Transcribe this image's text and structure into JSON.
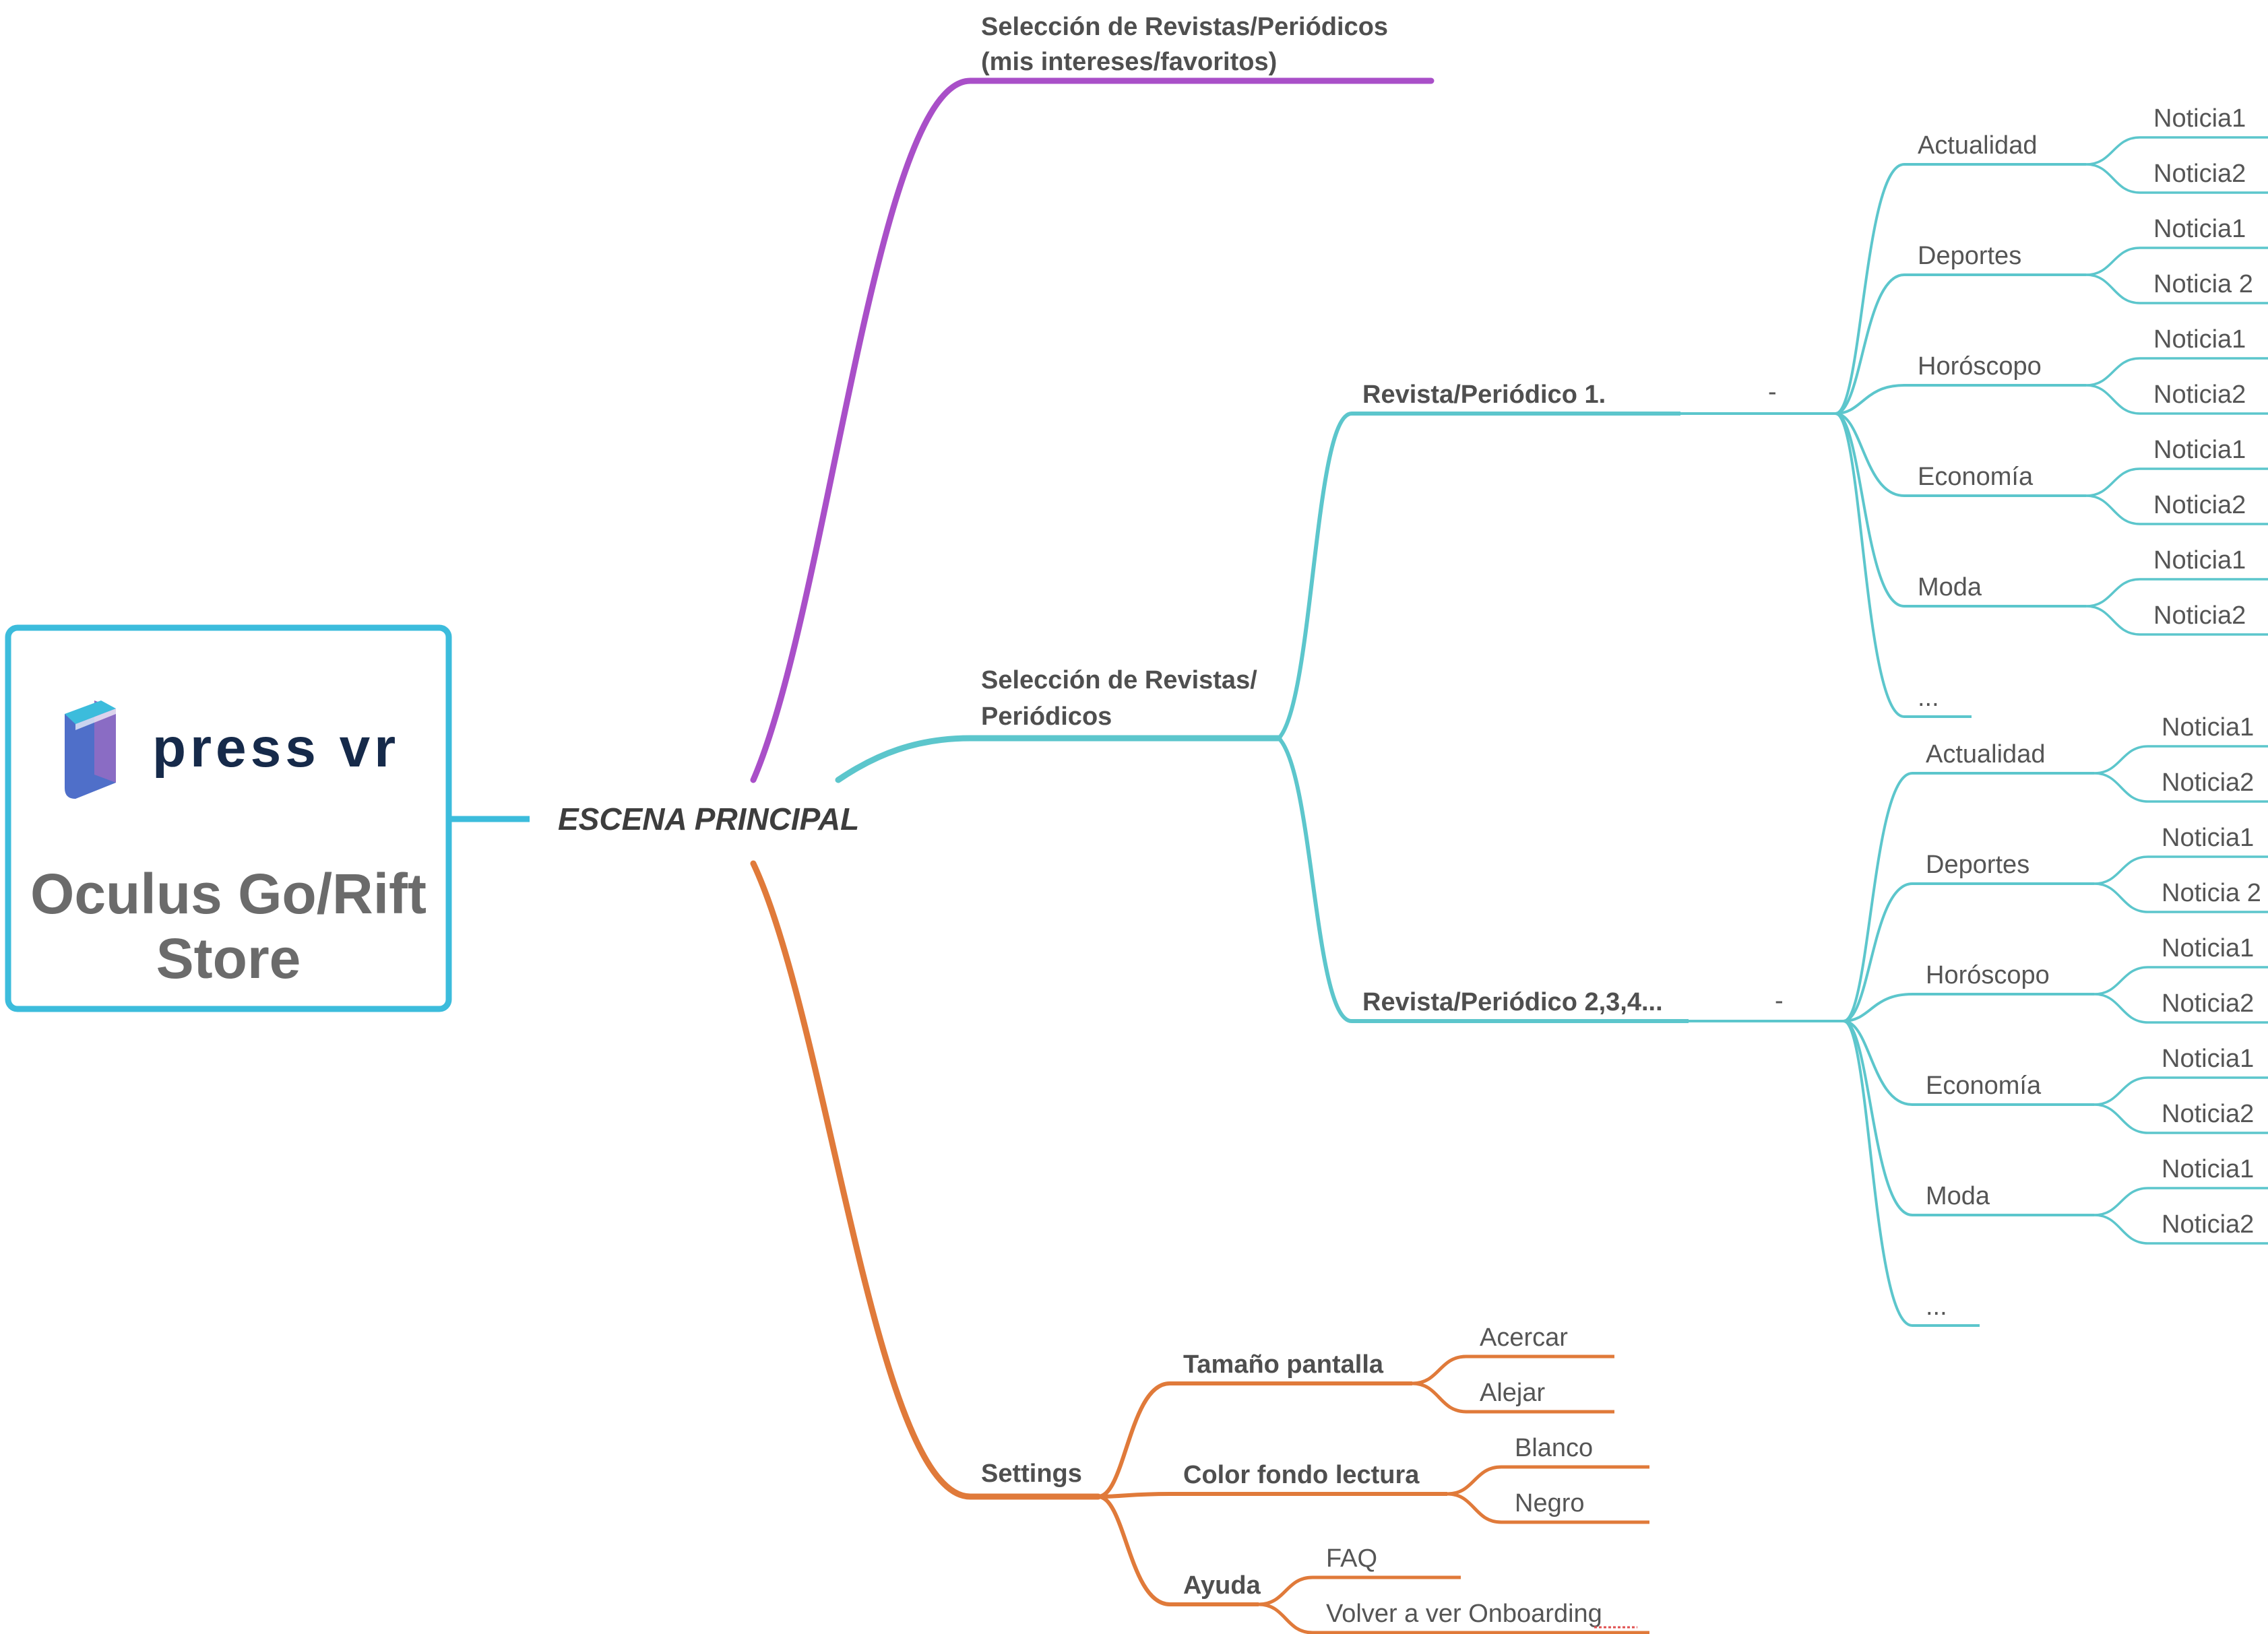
{
  "card": {
    "logo_text": "press vr",
    "title_line1": "Oculus Go/Rift",
    "title_line2": "Store"
  },
  "root": {
    "label": "ESCENA PRINCIPAL"
  },
  "colors": {
    "card_border": "#3cbcdc",
    "purple": "#a94fc8",
    "teal": "#5cc6cc",
    "orange": "#e07a3a",
    "text": "#4f4f4f"
  },
  "branches": {
    "favoritos": {
      "line1": "Selección de Revistas/Periódicos",
      "line2": "(mis intereses/favoritos)"
    },
    "seleccion": {
      "line1": "Selección de Revistas/",
      "line2": "Periódicos",
      "revistas": [
        {
          "label": "Revista/Periódico 1.",
          "connector": "-",
          "sections": [
            {
              "label": "Actualidad",
              "children": [
                "Noticia1",
                "Noticia2"
              ]
            },
            {
              "label": "Deportes",
              "children": [
                "Noticia1",
                "Noticia 2"
              ]
            },
            {
              "label": "Horóscopo",
              "children": [
                "Noticia1",
                "Noticia2"
              ]
            },
            {
              "label": "Economía",
              "children": [
                "Noticia1",
                "Noticia2"
              ]
            },
            {
              "label": "Moda",
              "children": [
                "Noticia1",
                "Noticia2"
              ]
            },
            {
              "label": "...",
              "children": []
            }
          ]
        },
        {
          "label": "Revista/Periódico 2,3,4...",
          "connector": "-",
          "sections": [
            {
              "label": "Actualidad",
              "children": [
                "Noticia1",
                "Noticia2"
              ]
            },
            {
              "label": "Deportes",
              "children": [
                "Noticia1",
                "Noticia 2"
              ]
            },
            {
              "label": "Horóscopo",
              "children": [
                "Noticia1",
                "Noticia2"
              ]
            },
            {
              "label": "Economía",
              "children": [
                "Noticia1",
                "Noticia2"
              ]
            },
            {
              "label": "Moda",
              "children": [
                "Noticia1",
                "Noticia2"
              ]
            },
            {
              "label": "...",
              "children": []
            }
          ]
        }
      ]
    },
    "settings": {
      "label": "Settings",
      "items": [
        {
          "label": "Tamaño pantalla",
          "children": [
            "Acercar",
            "Alejar"
          ]
        },
        {
          "label": "Color fondo lectura",
          "children": [
            "Blanco",
            "Negro"
          ]
        },
        {
          "label": "Ayuda",
          "children": [
            "FAQ",
            "Volver a ver Onboarding"
          ]
        }
      ]
    }
  }
}
